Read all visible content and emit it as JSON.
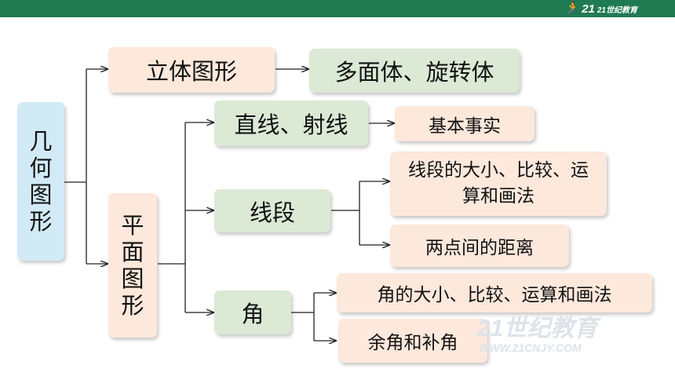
{
  "header": {
    "logo_text": "21世纪教育",
    "logo_mark": "21",
    "bar_color": "#1f7a52"
  },
  "diagram": {
    "root": "几何图形",
    "solid": "立体图形",
    "solid_child": "多面体、旋转体",
    "plane": "平面图形",
    "line": "直线、射线",
    "line_child": "基本事实",
    "segment": "线段",
    "segment_child_1": "线段的大小、比较、运算和画法",
    "segment_child_2": "两点间的距离",
    "angle": "角",
    "angle_child_1": "角的大小、比较、运算和画法",
    "angle_child_2": "余角和补角"
  },
  "watermark": {
    "text": "21世纪教育",
    "subtext": "WWW.21CNJY.COM"
  },
  "colors": {
    "root_fill": "#d2eaf6",
    "level1_fill": "#fde8dc",
    "level2_fill": "#dbe9d5",
    "connector": "#222222"
  }
}
